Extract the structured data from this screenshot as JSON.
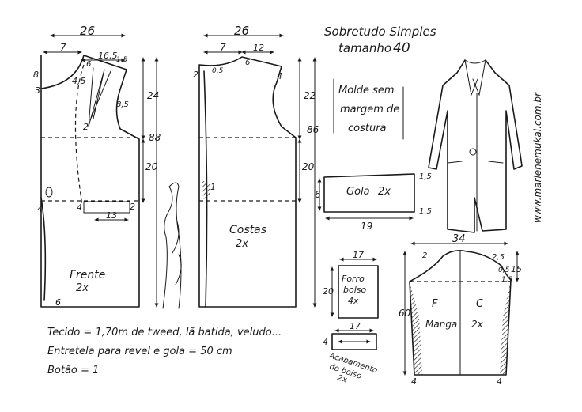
{
  "header": {
    "title_line1": "Sobretudo Simples",
    "title_line2": "tamanho",
    "size": "40"
  },
  "site": "www.marlenemukai.com.br",
  "note": {
    "line1": "Molde sem",
    "line2": "margem de",
    "line3": "costura"
  },
  "front": {
    "label": "Frente",
    "count": "2x",
    "width_top": "26",
    "neck_w": "7",
    "shoulder_w": "16,5",
    "d_6": "6",
    "d_1_5": "1,5",
    "d_8": "8",
    "d_4_5": "4,5",
    "d_8_5": "8,5",
    "d_3": "3",
    "d_2": "2",
    "h_24": "24",
    "h_88": "88",
    "h_20": "20",
    "pocket_4": "4",
    "pocket_13": "13",
    "pocket_2": "2",
    "hem_6": "6",
    "side_4": "4"
  },
  "back": {
    "label": "Costas",
    "count": "2x",
    "width_top": "26",
    "neck_w": "7",
    "shoulder_w": "12",
    "d_2": "2",
    "d_0_5": "0,5",
    "d_6": "6",
    "d_4": "4",
    "h_22": "22",
    "h_86": "86",
    "h_20": "20",
    "d_1": "1"
  },
  "collar": {
    "label": "Gola",
    "count": "2x",
    "width": "19",
    "height": "6",
    "right_top": "1,5",
    "right_bottom": "1,5"
  },
  "pocket_lining": {
    "label_line1": "Forro",
    "label_line2": "bolso",
    "count": "4x",
    "width": "17",
    "height": "20"
  },
  "pocket_facing": {
    "label_line1": "Acabamento",
    "label_line2": "do bolso",
    "count": "2x",
    "width": "17",
    "height": "4"
  },
  "sleeve": {
    "label": "Manga",
    "count": "2x",
    "front_mark": "F",
    "back_mark": "C",
    "width": "34",
    "cap_h": "15",
    "length": "60",
    "d_2": "2",
    "d_2_5": "2,5",
    "d_0_5": "0,5",
    "d_1_5": "1,5",
    "hem_left": "4",
    "hem_right": "4"
  },
  "materials": {
    "fabric": "Tecido = 1,70m de  tweed, lã batida, veludo...",
    "interfacing": "Entretela para revel e gola = 50 cm",
    "button": "Botão = 1"
  }
}
